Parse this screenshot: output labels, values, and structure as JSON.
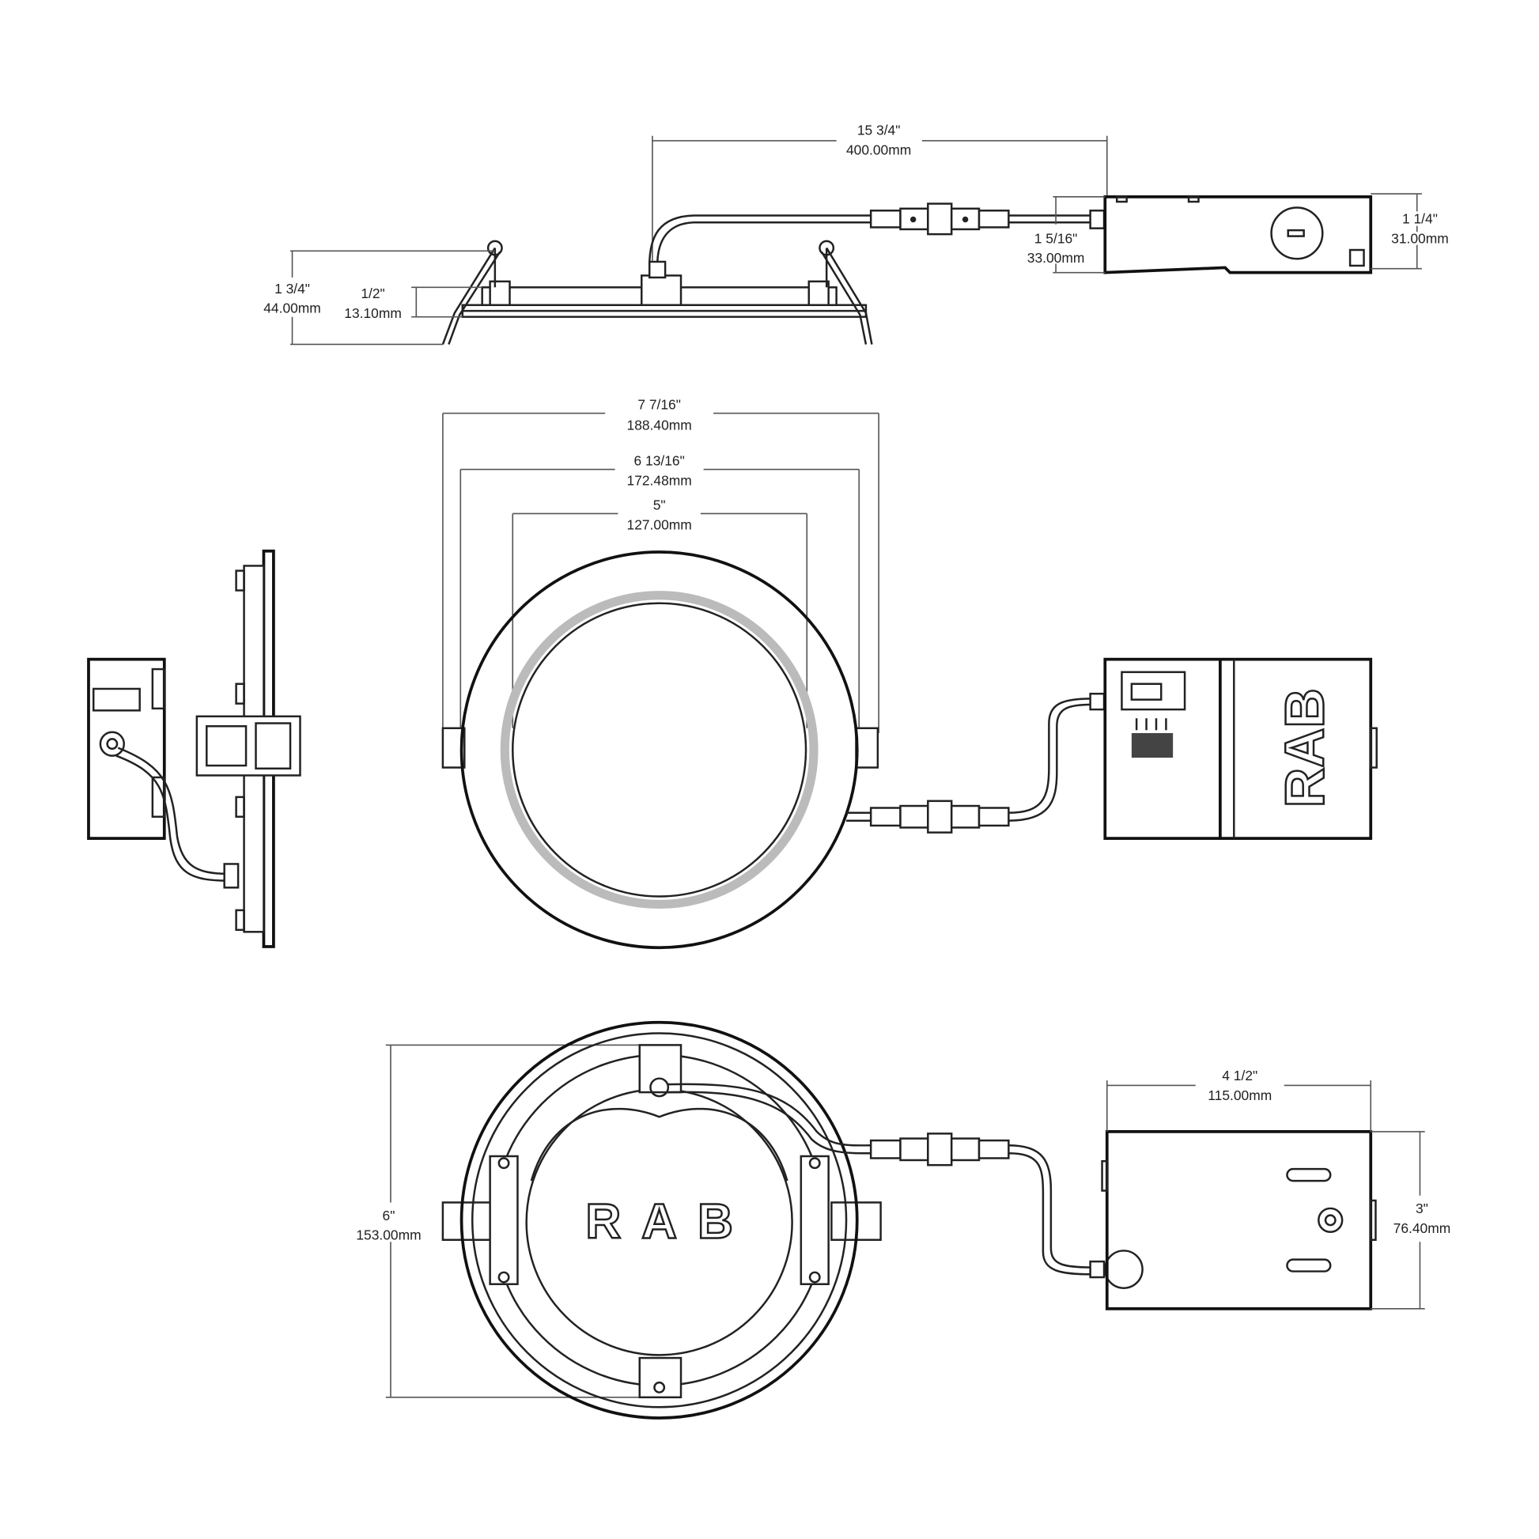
{
  "top_view": {
    "overall_length": {
      "inch": "15 3/4\"",
      "mm": "400.00mm"
    },
    "driver_height": {
      "inch": "1 1/4\"",
      "mm": "31.00mm"
    },
    "driver_depth": {
      "inch": "1 5/16\"",
      "mm": "33.00mm"
    },
    "fixture_height_with_springs": {
      "inch": "1 3/4\"",
      "mm": "44.00mm"
    },
    "fixture_height": {
      "inch": "1/2\"",
      "mm": "13.10mm"
    }
  },
  "front_view": {
    "outer_diameter": {
      "inch": "7 7/16\"",
      "mm": "188.40mm"
    },
    "trim_diameter": {
      "inch": "6 13/16\"",
      "mm": "172.48mm"
    },
    "lens_diameter": {
      "inch": "5\"",
      "mm": "127.00mm"
    },
    "driver_logo": "RAB"
  },
  "back_view": {
    "cutout_diameter": {
      "inch": "6\"",
      "mm": "153.00mm"
    },
    "driver_length": {
      "inch": "4 1/2\"",
      "mm": "115.00mm"
    },
    "driver_width": {
      "inch": "3\"",
      "mm": "76.40mm"
    },
    "fixture_logo": "RAB"
  },
  "colors": {
    "line": "#222222",
    "dimension": "#555555",
    "lens_ring": "#bbbbbb"
  }
}
